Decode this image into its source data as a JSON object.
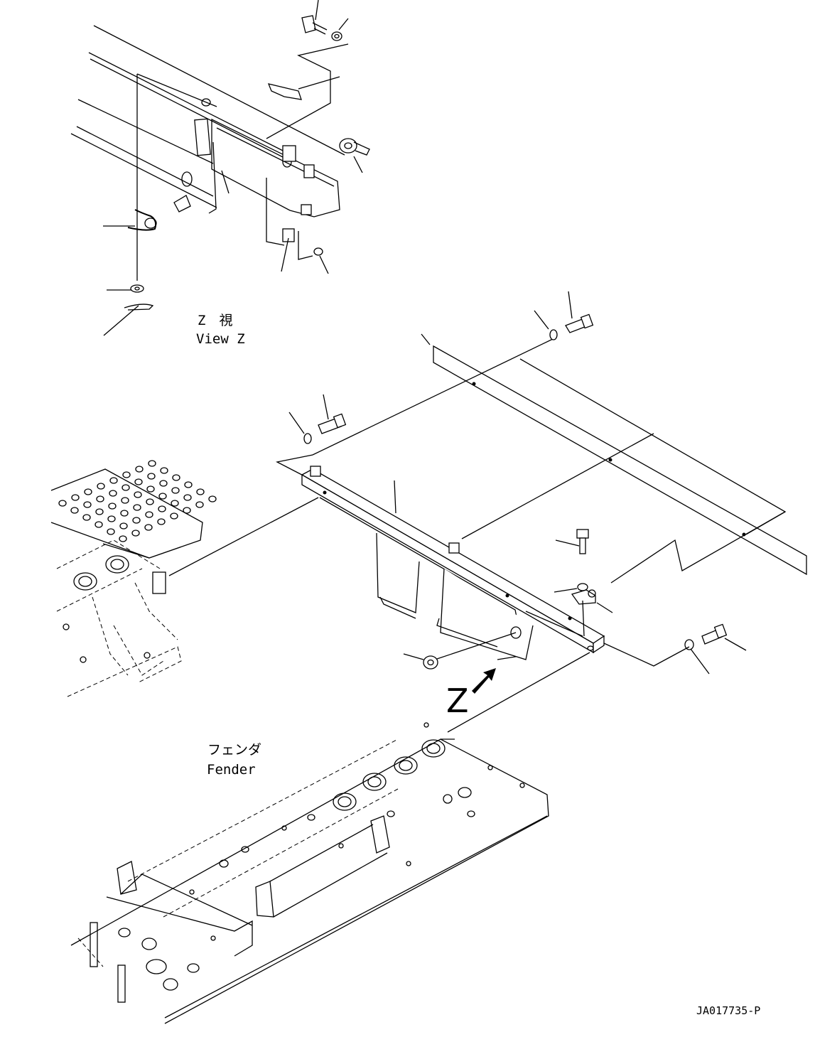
{
  "view_label": {
    "japanese": "Z　視",
    "english": "View Z"
  },
  "fender_label": {
    "japanese": "フェンダ",
    "english": "Fender"
  },
  "direction_marker": "Z",
  "drawing_ref": "JA017735-P",
  "icons": [
    "bolt-icon",
    "washer-icon",
    "nut-icon",
    "bracket-icon",
    "cover-plate",
    "fender-deck",
    "step-plate",
    "arrow-icon"
  ]
}
